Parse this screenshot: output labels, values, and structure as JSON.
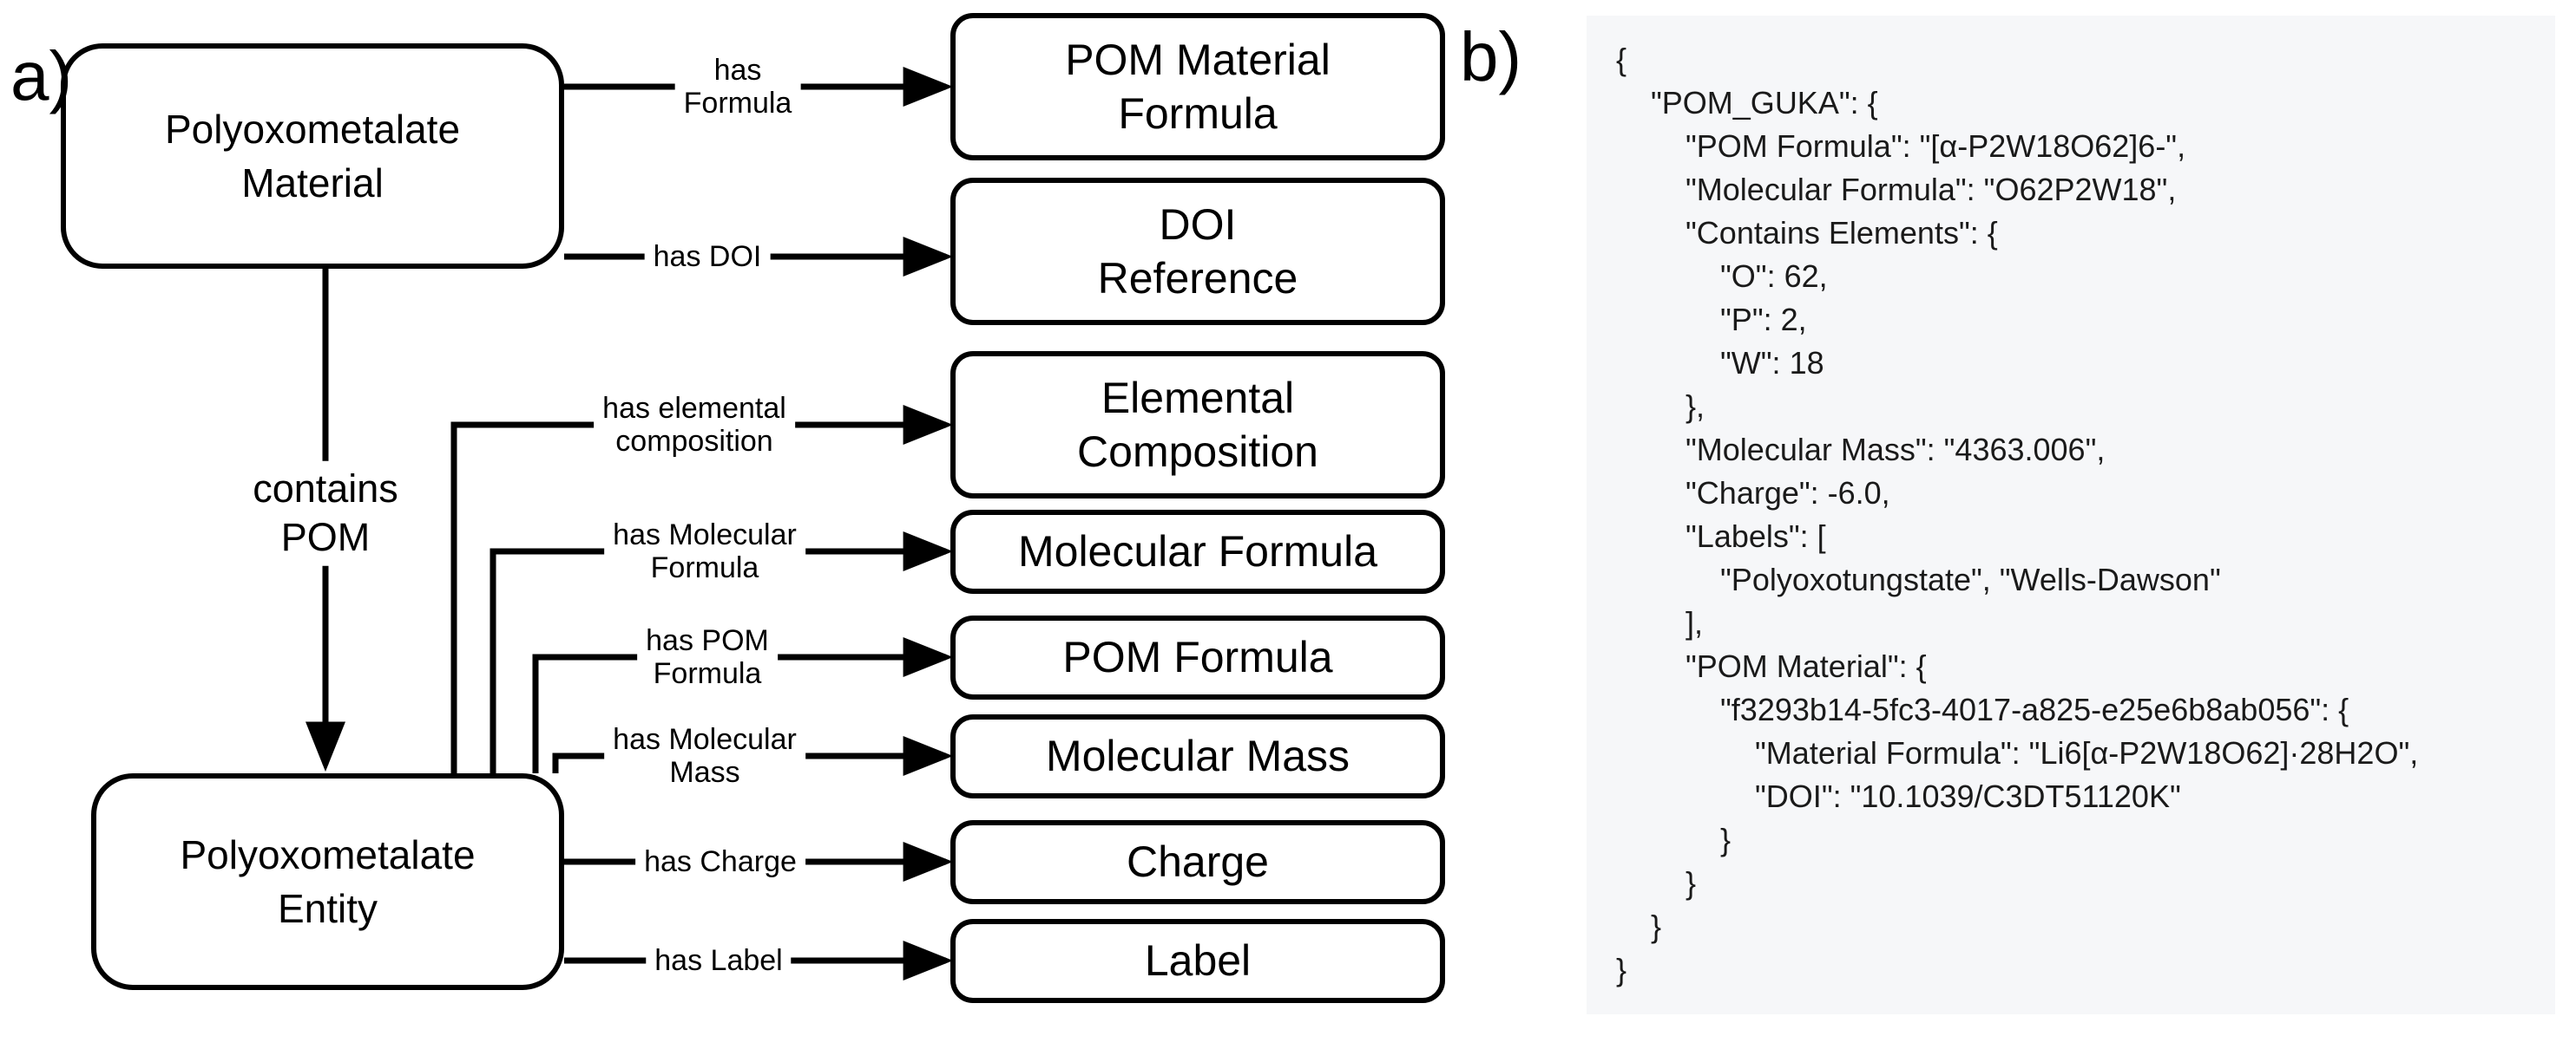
{
  "colors": {
    "background": "#ffffff",
    "line": "#000000",
    "code_panel_bg": "#f6f7f9",
    "text": "#000000"
  },
  "diagram": {
    "panel_label": "a)",
    "class_nodes": [
      {
        "id": "polyoxometalate-material",
        "lines": [
          "Polyoxometalate",
          "Material"
        ]
      },
      {
        "id": "polyoxometalate-entity",
        "lines": [
          "Polyoxometalate",
          "Entity"
        ]
      }
    ],
    "attribute_nodes": [
      {
        "id": "pom-material-formula",
        "lines": [
          "POM Material",
          "Formula"
        ]
      },
      {
        "id": "doi-reference",
        "lines": [
          "DOI",
          "Reference"
        ]
      },
      {
        "id": "elemental-composition",
        "lines": [
          "Elemental",
          "Composition"
        ]
      },
      {
        "id": "molecular-formula",
        "lines": [
          "Molecular Formula"
        ]
      },
      {
        "id": "pom-formula",
        "lines": [
          "POM Formula"
        ]
      },
      {
        "id": "molecular-mass",
        "lines": [
          "Molecular Mass"
        ]
      },
      {
        "id": "charge",
        "lines": [
          "Charge"
        ]
      },
      {
        "id": "label",
        "lines": [
          "Label"
        ]
      }
    ],
    "edge_labels": [
      {
        "id": "has-formula",
        "lines": [
          "has",
          "Formula"
        ]
      },
      {
        "id": "has-doi",
        "lines": [
          "has DOI"
        ]
      },
      {
        "id": "contains-pom",
        "lines": [
          "contains",
          "POM"
        ]
      },
      {
        "id": "has-elemental-composition",
        "lines": [
          "has elemental",
          "composition"
        ]
      },
      {
        "id": "has-molecular-formula",
        "lines": [
          "has Molecular",
          "Formula"
        ]
      },
      {
        "id": "has-pom-formula",
        "lines": [
          "has POM",
          "Formula"
        ]
      },
      {
        "id": "has-molecular-mass",
        "lines": [
          "has Molecular",
          "Mass"
        ]
      },
      {
        "id": "has-charge",
        "lines": [
          "has Charge"
        ]
      },
      {
        "id": "has-label",
        "lines": [
          "has Label"
        ]
      }
    ]
  },
  "code_panel": {
    "panel_label": "b)",
    "lines": [
      "{",
      "    \"POM_GUKA\": {",
      "        \"POM Formula\": \"[α-P2W18O62]6-\",",
      "        \"Molecular Formula\": \"O62P2W18\",",
      "        \"Contains Elements\": {",
      "            \"O\": 62,",
      "            \"P\": 2,",
      "            \"W\": 18",
      "        },",
      "        \"Molecular Mass\": \"4363.006\",",
      "        \"Charge\": -6.0,",
      "        \"Labels\": [",
      "            \"Polyoxotungstate\", \"Wells-Dawson\"",
      "        ],",
      "        \"POM Material\": {",
      "            \"f3293b14-5fc3-4017-a825-e25e6b8ab056\": {",
      "                \"Material Formula\": \"Li6[α-P2W18O62]·28H2O\",",
      "                \"DOI\": \"10.1039/C3DT51120K\"",
      "            }",
      "        }",
      "    }",
      "}"
    ]
  }
}
